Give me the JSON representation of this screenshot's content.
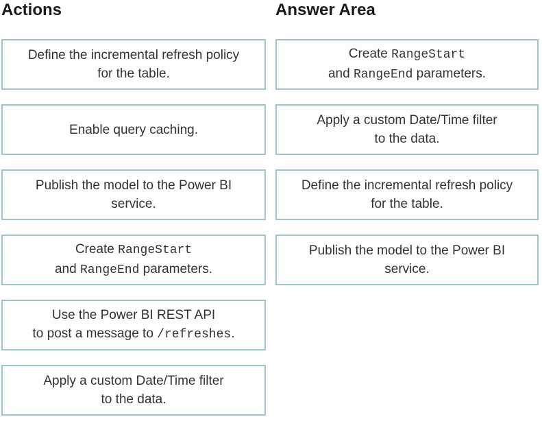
{
  "colors": {
    "box_border": "#9dc6c8",
    "box_background": "#fcfefe",
    "text": "#333333",
    "heading": "#1a1a1a",
    "page_background": "#ffffff"
  },
  "actions_column": {
    "heading": "Actions",
    "cards": [
      {
        "id": "define-incremental-refresh-policy",
        "lines": [
          [
            {
              "text": "Define the incremental refresh policy"
            }
          ],
          [
            {
              "text": "for the table."
            }
          ]
        ]
      },
      {
        "id": "enable-query-caching",
        "lines": [
          [
            {
              "text": "Enable query caching."
            }
          ]
        ]
      },
      {
        "id": "publish-model-to-power-bi-service",
        "lines": [
          [
            {
              "text": "Publish the model to the Power BI"
            }
          ],
          [
            {
              "text": "service."
            }
          ]
        ]
      },
      {
        "id": "create-rangestart-rangeend-parameters",
        "lines": [
          [
            {
              "text": "Create "
            },
            {
              "text": "RangeStart",
              "mono": true
            }
          ],
          [
            {
              "text": "and "
            },
            {
              "text": "RangeEnd",
              "mono": true
            },
            {
              "text": " parameters."
            }
          ]
        ]
      },
      {
        "id": "use-power-bi-rest-api-post-refreshes",
        "lines": [
          [
            {
              "text": "Use the Power BI REST API"
            }
          ],
          [
            {
              "text": "to post a message to "
            },
            {
              "text": "/refreshes",
              "mono": true
            },
            {
              "text": "."
            }
          ]
        ]
      },
      {
        "id": "apply-custom-datetime-filter",
        "lines": [
          [
            {
              "text": "Apply a custom Date/Time filter"
            }
          ],
          [
            {
              "text": "to the data."
            }
          ]
        ]
      }
    ]
  },
  "answer_column": {
    "heading": "Answer Area",
    "cards": [
      {
        "id": "create-rangestart-rangeend-parameters",
        "lines": [
          [
            {
              "text": "Create "
            },
            {
              "text": "RangeStart",
              "mono": true
            }
          ],
          [
            {
              "text": "and "
            },
            {
              "text": "RangeEnd",
              "mono": true
            },
            {
              "text": " parameters."
            }
          ]
        ]
      },
      {
        "id": "apply-custom-datetime-filter",
        "lines": [
          [
            {
              "text": "Apply a custom Date/Time filter"
            }
          ],
          [
            {
              "text": "to the data."
            }
          ]
        ]
      },
      {
        "id": "define-incremental-refresh-policy",
        "lines": [
          [
            {
              "text": "Define the incremental refresh policy"
            }
          ],
          [
            {
              "text": "for the table."
            }
          ]
        ]
      },
      {
        "id": "publish-model-to-power-bi-service",
        "lines": [
          [
            {
              "text": "Publish the model to the Power BI"
            }
          ],
          [
            {
              "text": "service."
            }
          ]
        ]
      }
    ]
  }
}
